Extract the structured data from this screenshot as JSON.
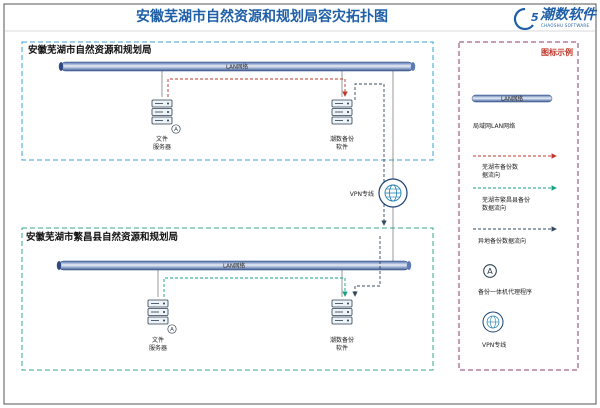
{
  "header": {
    "title": "安徽芜湖市自然资源和规划局容灾拓扑图",
    "logo_text": "潮数软件",
    "logo_sub": "CHAOSHU SOFTWARE"
  },
  "zone_top": {
    "title": "安徽芜湖市自然资源和规划局",
    "lan_label": "LAN网络",
    "file_server_label_1": "文件",
    "file_server_label_2": "服务器",
    "backup_label_1": "潮数备份",
    "backup_label_2": "软件"
  },
  "vpn": {
    "label": "VPN专线"
  },
  "zone_bottom": {
    "title": "安徽芜湖市繁昌县自然资源和规划局",
    "lan_label": "LAN网络",
    "file_server_label_1": "文件",
    "file_server_label_2": "服务器",
    "backup_label_1": "潮数备份",
    "backup_label_2": "软件"
  },
  "legend": {
    "title": "图标示例",
    "lan_pipe_label": "LAN网络",
    "items": [
      {
        "lines": [
          "局域网LAN网络"
        ]
      },
      {
        "lines": [
          "芜湖市备份数",
          "据流向"
        ],
        "color": "#c0392b"
      },
      {
        "lines": [
          "芜湖市繁昌县备份",
          "数据流向"
        ],
        "color": "#16a085"
      },
      {
        "lines": [
          "异地备份数据流向"
        ],
        "color": "#34495e"
      },
      {
        "lines": [
          "备份一体机代理程序"
        ]
      },
      {
        "lines": [
          "VPN专线"
        ]
      }
    ]
  },
  "colors": {
    "title_blue": "#1f5fa8",
    "zone_top_border": "#3aa0d8",
    "zone_bottom_border": "#3aaa80",
    "legend_border": "#8e3a6e",
    "flow_red": "#c0392b",
    "flow_green": "#16a085",
    "flow_dark": "#34495e"
  }
}
